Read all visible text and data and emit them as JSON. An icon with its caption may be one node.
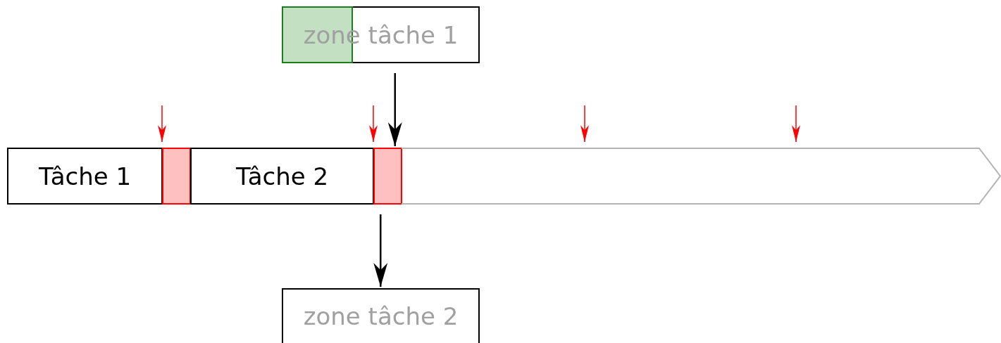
{
  "diagram": {
    "nodes": [
      {
        "text": [
          "zone tâche 1"
        ]
      },
      {
        "text": [
          "Tâche 1"
        ]
      },
      {
        "text": [],
        "shape": "box"
      },
      {
        "text": [
          "Tâche 2"
        ]
      },
      {
        "text": [],
        "shape": "box"
      },
      {
        "text": [],
        "shape": "arrow"
      },
      {
        "text": [
          "zone tâche 2"
        ]
      }
    ],
    "edges": [
      {
        "from": 0,
        "to": 4,
        "arrow": "to",
        "color": "#000000"
      },
      {
        "from": 4,
        "to": 6,
        "arrow": "to",
        "color": "#000000"
      },
      {
        "from": null,
        "to": 2,
        "arrow": "to"
      },
      {
        "from": null,
        "to": 4,
        "arrow": "to"
      },
      {
        "from": null,
        "to": 5,
        "arrow": "to"
      },
      {
        "from": null,
        "to": 5,
        "arrow": "to"
      }
    ]
  }
}
